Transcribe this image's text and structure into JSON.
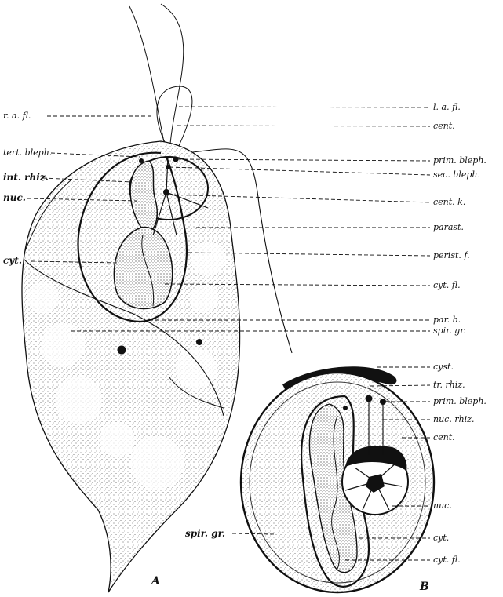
{
  "figure": {
    "panels": [
      {
        "id": "A",
        "label": "A"
      },
      {
        "id": "B",
        "label": "B"
      }
    ],
    "labels_A_left": [
      {
        "key": "r_a_fl",
        "text": "r. a. fl."
      },
      {
        "key": "tert_bleph",
        "text": "tert. bleph."
      },
      {
        "key": "int_rhiz",
        "text": "int. rhiz."
      },
      {
        "key": "nuc",
        "text": "nuc."
      },
      {
        "key": "cyt",
        "text": "cyt."
      }
    ],
    "labels_A_right": [
      {
        "key": "l_a_fl",
        "text": "l. a. fl."
      },
      {
        "key": "cent",
        "text": "cent."
      },
      {
        "key": "prim_bleph",
        "text": "prim. bleph."
      },
      {
        "key": "sec_bleph",
        "text": "sec. bleph."
      },
      {
        "key": "cent_k",
        "text": "cent. k."
      },
      {
        "key": "parast",
        "text": "parast."
      },
      {
        "key": "perist_f",
        "text": "perist. f."
      },
      {
        "key": "cyt_fl",
        "text": "cyt. fl."
      },
      {
        "key": "par_b",
        "text": "par. b."
      },
      {
        "key": "spir_gr",
        "text": "spir. gr."
      }
    ],
    "labels_B_right": [
      {
        "key": "cyst",
        "text": "cyst."
      },
      {
        "key": "tr_rhiz",
        "text": "tr. rhiz."
      },
      {
        "key": "prim_bleph",
        "text": "prim. bleph."
      },
      {
        "key": "nuc_rhiz",
        "text": "nuc. rhiz."
      },
      {
        "key": "cent",
        "text": "cent."
      },
      {
        "key": "nuc",
        "text": "nuc."
      },
      {
        "key": "cyt",
        "text": "cyt."
      },
      {
        "key": "cyt_fl",
        "text": "cyt. fl."
      }
    ],
    "labels_B_left": [
      {
        "key": "spir_gr",
        "text": "spir. gr."
      }
    ]
  }
}
